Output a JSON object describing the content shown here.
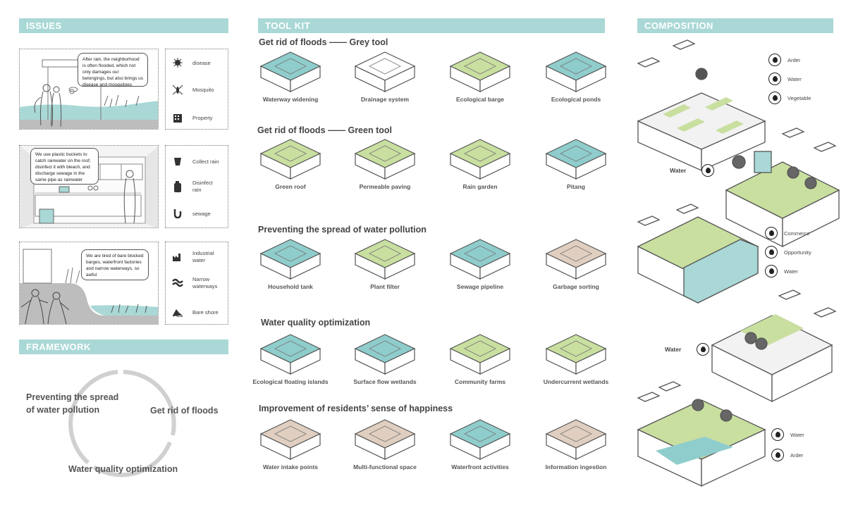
{
  "headers": {
    "issues": "ISSUES",
    "toolkit": "TOOL KIT",
    "composition": "COMPOSITION",
    "framework": "FRAMEWORK"
  },
  "issues": [
    {
      "text": "After rain, the neighborhood is often flooded, which not only damages our belongings, but also brings us disease and mosquitoes",
      "legend": [
        {
          "icon": "virus-icon",
          "label": "disease"
        },
        {
          "icon": "mosquito-icon",
          "label": "Mosquito"
        },
        {
          "icon": "building-icon",
          "label": "Property"
        }
      ]
    },
    {
      "text": "We use plastic buckets to catch rainwater on the roof, disinfect it with bleach, and discharge sewage in the same pipe as rainwater",
      "legend": [
        {
          "icon": "bucket-icon",
          "label": "Collect rain"
        },
        {
          "icon": "bottle-icon",
          "label": "Disinfect rain"
        },
        {
          "icon": "pipe-icon",
          "label": "sewage"
        }
      ]
    },
    {
      "text": "We are tired of bare blocked barges, waterfront factories and narrow waterways, so awful",
      "legend": [
        {
          "icon": "factory-icon",
          "label": "Industrial water"
        },
        {
          "icon": "waterway-icon",
          "label": "Narrow waterways"
        },
        {
          "icon": "shore-icon",
          "label": "Bare shore"
        }
      ]
    }
  ],
  "framework": {
    "pollution": "Preventing the spread of water pollution",
    "floods": "Get rid of floods",
    "quality": "Water quality optimization"
  },
  "toolkit": {
    "rows": [
      {
        "title": "Get rid of floods —— Grey tool",
        "tools": [
          "Waterway widening",
          "Drainage system",
          "Ecological barge",
          "Ecological ponds"
        ]
      },
      {
        "title": "Get rid of floods —— Green tool",
        "tools": [
          "Green roof",
          "Permeable paving",
          "Rain garden",
          "Pitang"
        ]
      },
      {
        "title": "Preventing the spread of water pollution",
        "tools": [
          "Household tank",
          "Plant filter",
          "Sewage pipeline",
          "Garbage sorting"
        ]
      },
      {
        "title": "Water quality optimization",
        "tools": [
          "Ecological floating islands",
          "Surface flow wetlands",
          "Community farms",
          "Undercurrent wetlands"
        ]
      },
      {
        "title": "Improvement of residents’ sense of happiness",
        "tools": [
          "Water intake points",
          "Multi-functional space",
          "Waterfront activities",
          "Information ingestion"
        ]
      }
    ]
  },
  "composition": {
    "c1": [
      "Arder",
      "Water",
      "Vegetable"
    ],
    "c2": "Water",
    "c3": [
      "Commerce",
      "Opportunity",
      "Water"
    ],
    "c4": "Water",
    "c5": [
      "Water",
      "Arder"
    ]
  },
  "colors": {
    "teal": "#a9d8d6",
    "green": "#c9dfa0",
    "water": "#8fcdcc",
    "sand": "#e0cfc0"
  }
}
